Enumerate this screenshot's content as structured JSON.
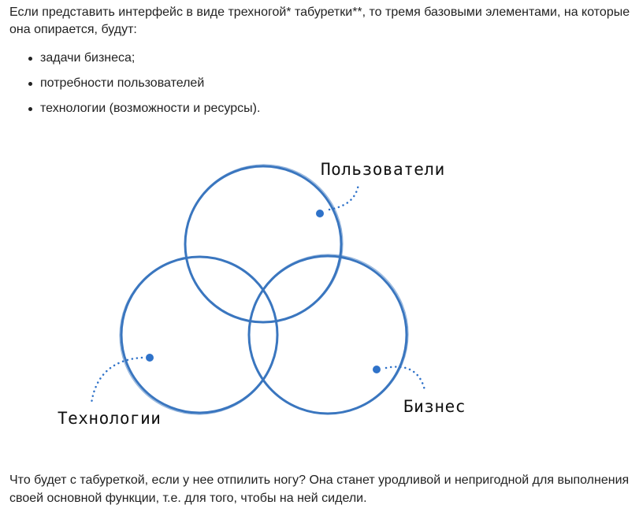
{
  "intro_text": "Если представить интерфейс в виде трехногой* табуретки**, то тремя базовыми элементами, на которые она опирается, будут:",
  "bullets": [
    "задачи бизнеса;",
    "потребности пользователей",
    "технологии (возможности и ресурсы)."
  ],
  "diagram": {
    "labels": {
      "users": "Пользователи",
      "tech": "Технологии",
      "business": "Бизнес"
    },
    "circle_color": "#3a76bf",
    "dot_color": "#2f72c9"
  },
  "outro_text": "Что будет с табуреткой, если у нее отпилить ногу? Она станет уродливой и непригодной для выполнения своей основной функции, т.е. для того, чтобы на ней сидели."
}
